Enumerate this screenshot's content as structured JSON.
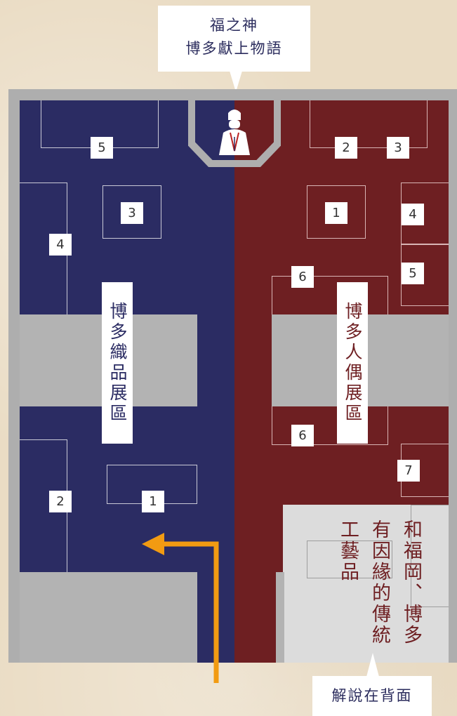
{
  "top_callout": {
    "line1": "福之神",
    "line2": "博多獻上物語"
  },
  "zones": {
    "left_label": "博多織品展區",
    "right_label": "博多人偶展區"
  },
  "numbers": {
    "left_5": "5",
    "left_3": "3",
    "left_4": "4",
    "left_2": "2",
    "left_1": "1",
    "right_2": "2",
    "right_3": "3",
    "right_1": "1",
    "right_4": "4",
    "right_5": "5",
    "right_6a": "6",
    "right_6b": "6",
    "right_7": "7"
  },
  "corner_text": "和福岡、博多有因緣的傳統工藝品",
  "bottom_callout": "解說在背面",
  "icons": {
    "statue": "fukunokami-statue-icon",
    "arrow": "route-arrow-icon"
  },
  "colors": {
    "left_zone": "#2b2c63",
    "right_zone": "#6e1f22",
    "route": "#f29b12"
  }
}
